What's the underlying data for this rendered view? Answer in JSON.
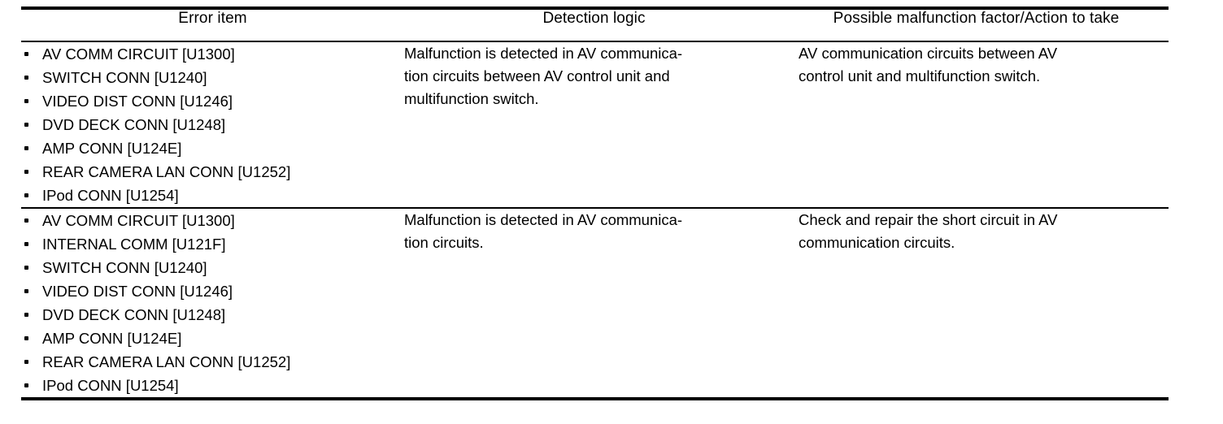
{
  "table": {
    "headers": {
      "error_item": "Error item",
      "detection_logic": "Detection logic",
      "action": "Possible malfunction factor/Action to take"
    },
    "rows": [
      {
        "error_items": [
          "AV COMM CIRCUIT [U1300]",
          "SWITCH CONN [U1240]",
          "VIDEO DIST CONN [U1246]",
          "DVD DECK CONN [U1248]",
          "AMP CONN [U124E]",
          "REAR CAMERA LAN CONN [U1252]",
          "IPod CONN [U1254]"
        ],
        "detection_logic_lines": [
          "Malfunction is detected in AV communica-",
          "tion circuits between AV control unit and",
          "multifunction switch."
        ],
        "action_lines": [
          "AV communication circuits between AV",
          "control unit and multifunction switch."
        ]
      },
      {
        "error_items": [
          "AV COMM CIRCUIT [U1300]",
          "INTERNAL COMM [U121F]",
          "SWITCH CONN [U1240]",
          "VIDEO DIST CONN [U1246]",
          "DVD DECK CONN [U1248]",
          "AMP CONN [U124E]",
          "REAR CAMERA LAN CONN [U1252]",
          "IPod CONN [U1254]"
        ],
        "detection_logic_lines": [
          "Malfunction is detected in AV communica-",
          "tion circuits."
        ],
        "action_lines": [
          "Check and repair the short circuit in AV",
          "communication circuits."
        ]
      }
    ]
  },
  "colors": {
    "rule": "#000000",
    "text": "#000000",
    "background": "#ffffff"
  }
}
